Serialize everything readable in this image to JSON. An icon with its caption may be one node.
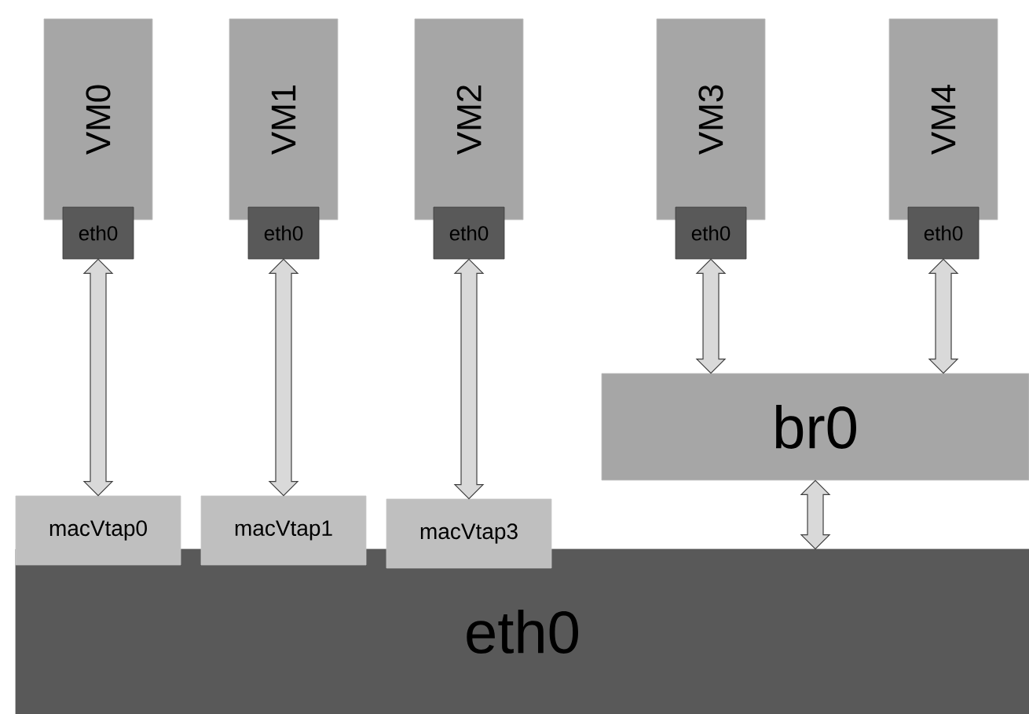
{
  "diagram": {
    "nodes": [
      {
        "text": [
          "VM0"
        ]
      },
      {
        "text": [
          "VM1"
        ]
      },
      {
        "text": [
          "VM2"
        ]
      },
      {
        "text": [
          "VM3"
        ]
      },
      {
        "text": [
          "VM4"
        ]
      },
      {
        "text": [
          "eth0"
        ]
      },
      {
        "text": [
          "eth0"
        ]
      },
      {
        "text": [
          "eth0"
        ]
      },
      {
        "text": [
          "eth0"
        ]
      },
      {
        "text": [
          "eth0"
        ]
      },
      {
        "text": [
          "br0"
        ]
      },
      {
        "text": [
          "macVtap0"
        ]
      },
      {
        "text": [
          "macVtap1"
        ]
      },
      {
        "text": [
          "macVtap3"
        ]
      },
      {
        "text": [
          "eth0"
        ]
      }
    ],
    "edges": [
      {
        "from": 5,
        "to": 11,
        "arrow": "both"
      },
      {
        "from": 6,
        "to": 12,
        "arrow": "both"
      },
      {
        "from": 7,
        "to": 13,
        "arrow": "both"
      },
      {
        "from": 8,
        "to": 10,
        "arrow": "both"
      },
      {
        "from": 9,
        "to": 10,
        "arrow": "both"
      },
      {
        "from": 10,
        "to": 14,
        "arrow": "both"
      }
    ]
  }
}
